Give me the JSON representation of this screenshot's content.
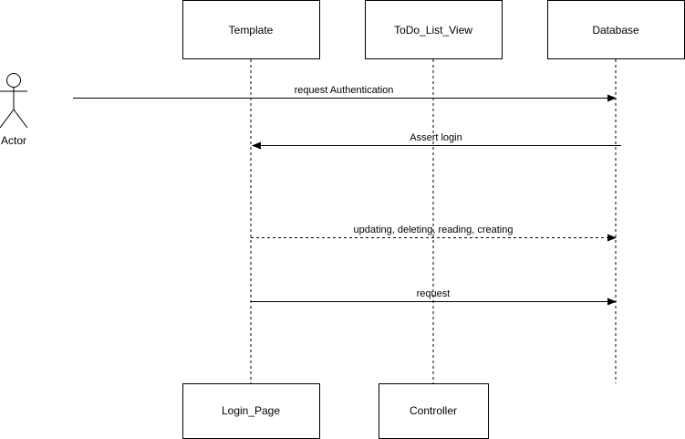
{
  "actor": {
    "label": "Actor"
  },
  "participants": {
    "template": "Template",
    "todo_list_view": "ToDo_List_View",
    "database": "Database",
    "login_page": "Login_Page",
    "controller": "Controller"
  },
  "messages": {
    "request_authentication": "request Authentication",
    "assert_login": "Assert login",
    "crud_operations": "updating, deleting, reading, creating",
    "request": "request"
  },
  "colors": {
    "stroke": "#000000",
    "box_fill": "#ffffff",
    "background": "#ffffff"
  }
}
